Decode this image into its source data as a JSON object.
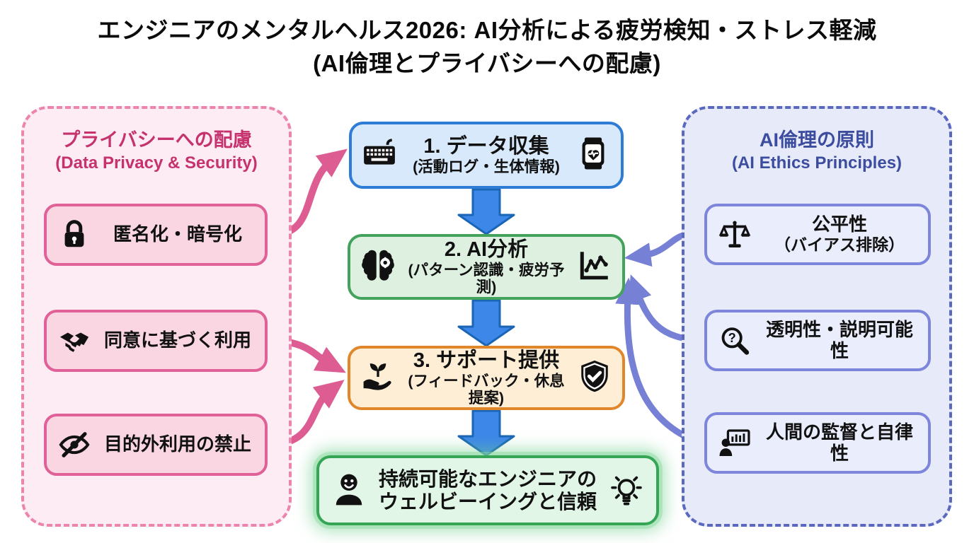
{
  "title": {
    "line1": "エンジニアのメンタルヘルス2026: AI分析による疲労検知・ストレス軽減",
    "line2": "(AI倫理とプライバシーへの配慮)"
  },
  "left_panel": {
    "title": "プライバシーへの配慮",
    "subtitle": "(Data Privacy & Security)",
    "items": [
      {
        "icon": "lock-icon",
        "label": "匿名化・暗号化"
      },
      {
        "icon": "handshake-icon",
        "label": "同意に基づく利用"
      },
      {
        "icon": "eye-slash-icon",
        "label": "目的外利用の禁止"
      }
    ]
  },
  "flow": {
    "steps": [
      {
        "label": "1. データ収集",
        "sublabel": "(活動ログ・生体情報)",
        "left_icon": "keyboard-icon",
        "right_icon": "smartwatch-heart-icon",
        "accent": "#2e7cd6"
      },
      {
        "label": "2. AI分析",
        "sublabel": "(パターン認識・疲労予測)",
        "left_icon": "brain-icon",
        "right_icon": "line-chart-icon",
        "accent": "#43a35c"
      },
      {
        "label": "3. サポート提供",
        "sublabel": "(フィードバック・休息提案)",
        "left_icon": "hand-plant-icon",
        "right_icon": "shield-check-icon",
        "accent": "#e0872c"
      }
    ],
    "result": {
      "line1": "持続可能なエンジニアの",
      "line2": "ウェルビーイングと信頼",
      "left_icon": "person-smile-icon",
      "right_icon": "lightbulb-icon",
      "accent": "#36a656"
    }
  },
  "right_panel": {
    "title": "AI倫理の原則",
    "subtitle": "(AI Ethics Principles)",
    "items": [
      {
        "icon": "scales-icon",
        "label": "公平性",
        "sublabel": "（バイアス排除）"
      },
      {
        "icon": "magnifier-question-icon",
        "label": "透明性・説明可能性",
        "sublabel": ""
      },
      {
        "icon": "person-monitor-icon",
        "label": "人間の監督と自律性",
        "sublabel": ""
      }
    ]
  },
  "colors": {
    "pink_accent": "#c5326d",
    "pink_arrow": "#dd5c92",
    "pink_card_border": "#df6198",
    "blue_accent": "#2e7cd6",
    "blue_arrow": "#3d87e9",
    "green_accent": "#43a35c",
    "orange_accent": "#e0872c",
    "purple_accent": "#3c4da0",
    "purple_arrow": "#7680d4",
    "result_green": "#36a656"
  }
}
